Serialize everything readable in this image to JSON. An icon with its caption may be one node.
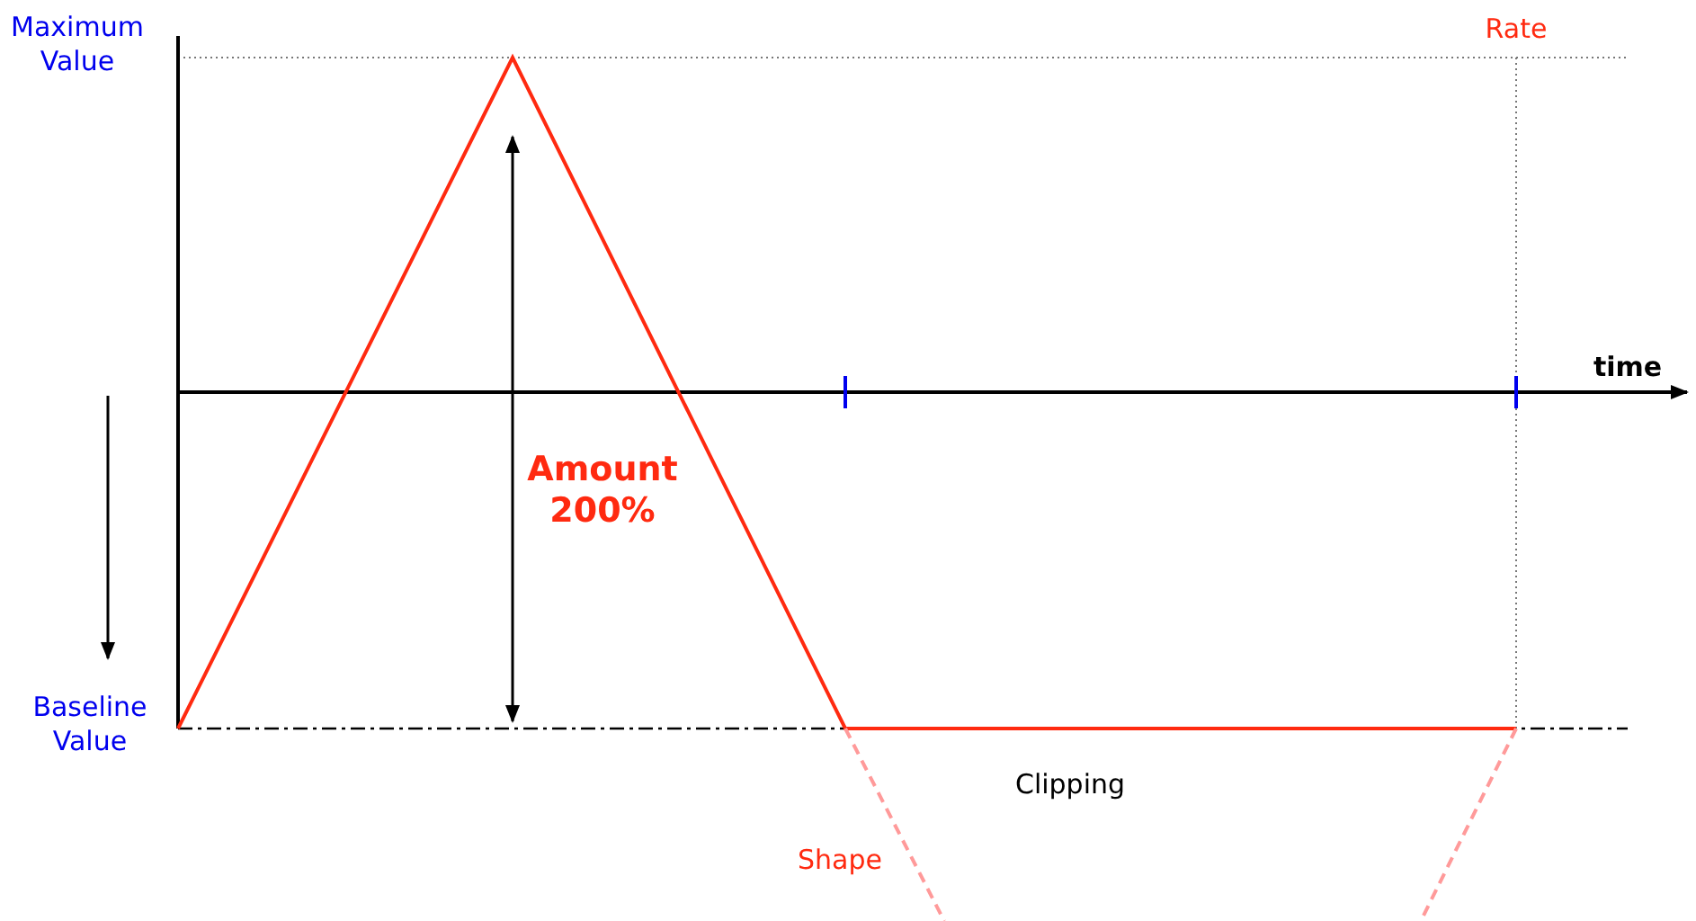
{
  "diagram": {
    "labels": [
      "Maximum Value",
      "Rate",
      "time",
      "Amount 200%",
      "Baseline Value",
      "Clipping",
      "Shape"
    ]
  }
}
